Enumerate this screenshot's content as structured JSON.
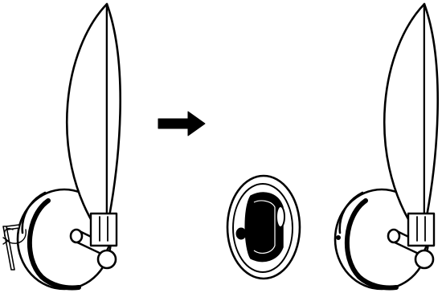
{
  "diagram": {
    "kind": "assembly-instruction-illustration",
    "colors": {
      "stroke": "#000000",
      "fill": "#ffffff",
      "solid": "#000000"
    },
    "steps": [
      {
        "name": "step-before",
        "icon": "lamp-with-hex-key-icon"
      },
      {
        "name": "step-arrow",
        "icon": "right-arrow-icon"
      },
      {
        "name": "step-part",
        "icon": "mounting-plate-icon"
      },
      {
        "name": "step-after",
        "icon": "lamp-assembled-icon"
      }
    ]
  }
}
